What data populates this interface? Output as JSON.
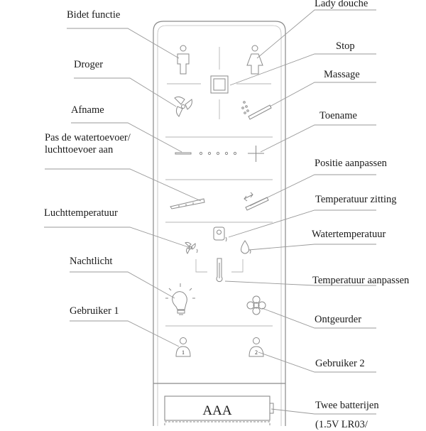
{
  "labels": {
    "bidet_functie": "Bidet functie",
    "lady_douche": "Lady douche",
    "stop": "Stop",
    "droger": "Droger",
    "massage": "Massage",
    "afname": "Afname",
    "toename": "Toename",
    "pas_de_toevoer": "Pas de watertoevoer/ luchttoevoer aan",
    "positie_aanpassen": "Positie aanpassen",
    "temperatuur_zitting": "Temperatuur zitting",
    "luchttemperatuur": "Luchttemperatuur",
    "watertemperatuur": "Watertemperatuur",
    "nachtlicht": "Nachtlicht",
    "temperatuur_aanpassen": "Temperatuur aanpassen",
    "gebruiker_1": "Gebruiker 1",
    "ontgeurder": "Ontgeurder",
    "gebruiker_2": "Gebruiker 2",
    "twee_batterijen": "Twee batterijen",
    "batterij_type": "(1.5V LR03/"
  },
  "remote": {
    "battery_label": "AAA",
    "user1_number": "1",
    "user2_number": "2"
  },
  "colors": {
    "outline": "#8a8a8a",
    "leader": "#9a9a9a",
    "text": "#1a1a1a"
  }
}
